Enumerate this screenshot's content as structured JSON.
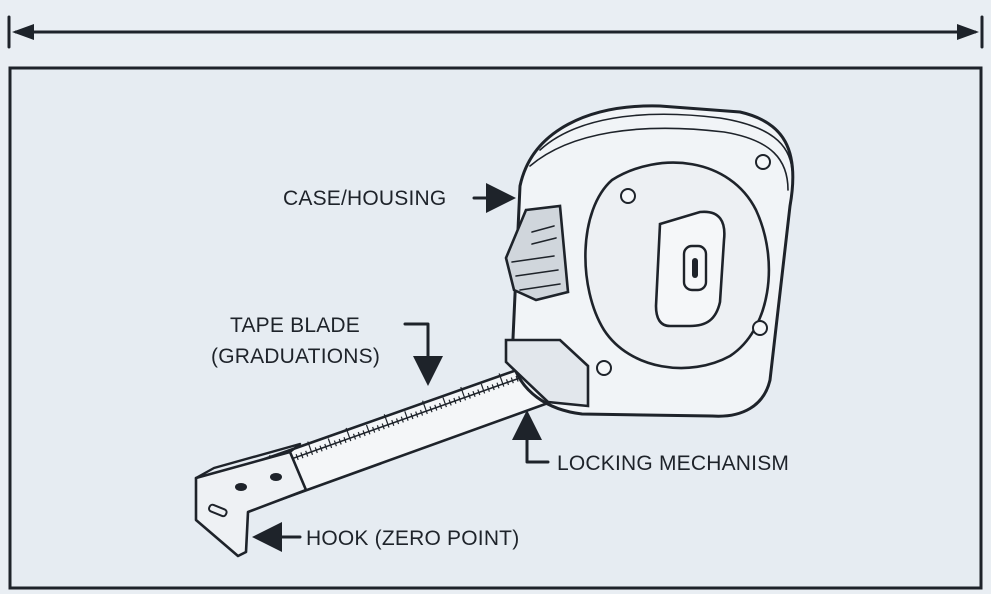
{
  "labels": {
    "case": "CASE/HOUSING",
    "blade_line1": "TAPE BLADE",
    "blade_line2": "(GRADUATIONS)",
    "locking": "LOCKING MECHANISM",
    "hook": "HOOK (ZERO POINT)"
  },
  "colors": {
    "background": "#e9eef3",
    "ink": "#1e232a",
    "panel": "#e6ecf2"
  }
}
